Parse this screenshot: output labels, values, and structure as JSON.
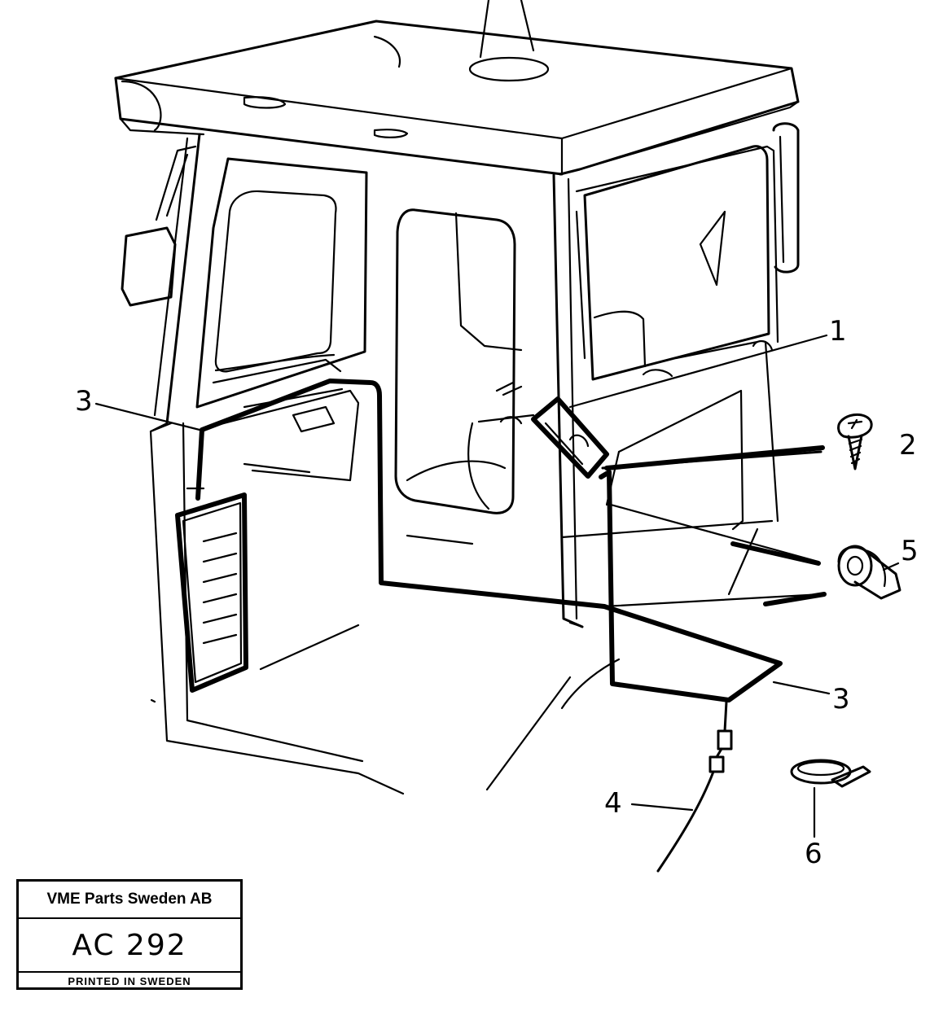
{
  "callouts": {
    "c1": "1",
    "c2": "2",
    "c3a": "3",
    "c3b": "3",
    "c4": "4",
    "c5": "5",
    "c6": "6"
  },
  "title_block": {
    "company": "VME Parts Sweden AB",
    "code": "AC 292",
    "printed": "PRINTED IN SWEDEN"
  }
}
